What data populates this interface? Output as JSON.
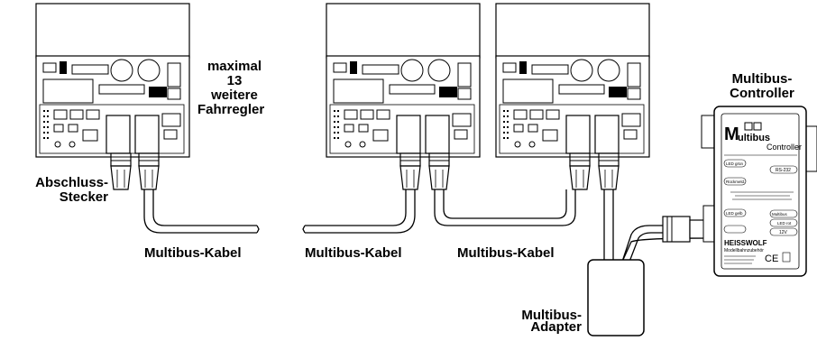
{
  "labels": {
    "maximal": "maximal",
    "count": "13",
    "weitere": "weitere",
    "fahrregler": "Fahrregler",
    "abschluss_1": "Abschluss-",
    "abschluss_2": "Stecker",
    "kabel_1": "Multibus-Kabel",
    "kabel_2": "Multibus-Kabel",
    "kabel_3": "Multibus-Kabel",
    "controller_1": "Multibus-",
    "controller_2": "Controller",
    "adapter_1": "Multibus-",
    "adapter_2": "Adapter"
  },
  "controller_box": {
    "logo_top": "M",
    "logo_word": "ultibus",
    "subtitle": "Controller",
    "port_rs232": "RS-232",
    "port_led_gruen": "LED grün",
    "port_rueckmeld": "Rückmeld.",
    "port_led_gelb": "LED gelb",
    "port_multibus": "Multibus",
    "port_led_rot": "LED rot",
    "port_12v": "12V",
    "brand": "HEISSWOLF",
    "brand_sub": "Modellbahnzubehör",
    "ce_mark": "CE"
  }
}
